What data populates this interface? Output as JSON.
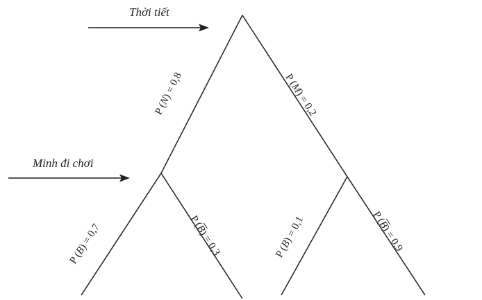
{
  "diagram": {
    "type": "probability-tree",
    "stages": [
      {
        "id": "weather",
        "label": "Thời tiết"
      },
      {
        "id": "minh_goes_out",
        "label": "Minh đi chơi"
      }
    ],
    "branches": [
      {
        "from": "root",
        "to": "N",
        "prob_text": "P (N) = 0,8",
        "event": "N",
        "negated": false,
        "value": "0,8"
      },
      {
        "from": "root",
        "to": "M",
        "prob_text": "P (M) = 0,2",
        "event": "M",
        "negated": false,
        "value": "0,2"
      },
      {
        "from": "N",
        "to": "N-B",
        "prob_text": "P (B) = 0,7",
        "event": "B",
        "negated": false,
        "value": "0,7"
      },
      {
        "from": "N",
        "to": "N-notB",
        "prob_text": "P (B̄) = 0,3",
        "event": "B",
        "negated": true,
        "value": "0,3"
      },
      {
        "from": "M",
        "to": "M-B",
        "prob_text": "P (B) = 0,1",
        "event": "B",
        "negated": false,
        "value": "0,1"
      },
      {
        "from": "M",
        "to": "M-notB",
        "prob_text": "P (B̄) = 0,9",
        "event": "B",
        "negated": true,
        "value": "0,9"
      }
    ],
    "labels": {
      "p_prefix": "P (",
      "p_suffix": ")",
      "equals": " = ",
      "n": {
        "event": "N",
        "value": "0,8"
      },
      "m": {
        "event": "M",
        "value": "0,2"
      },
      "nb": {
        "event": "B",
        "value": "0,7"
      },
      "nbbar": {
        "event": "B",
        "value": "0,3"
      },
      "mb": {
        "event": "B",
        "value": "0,1"
      },
      "mbbar": {
        "event": "B",
        "value": "0,9"
      }
    }
  }
}
